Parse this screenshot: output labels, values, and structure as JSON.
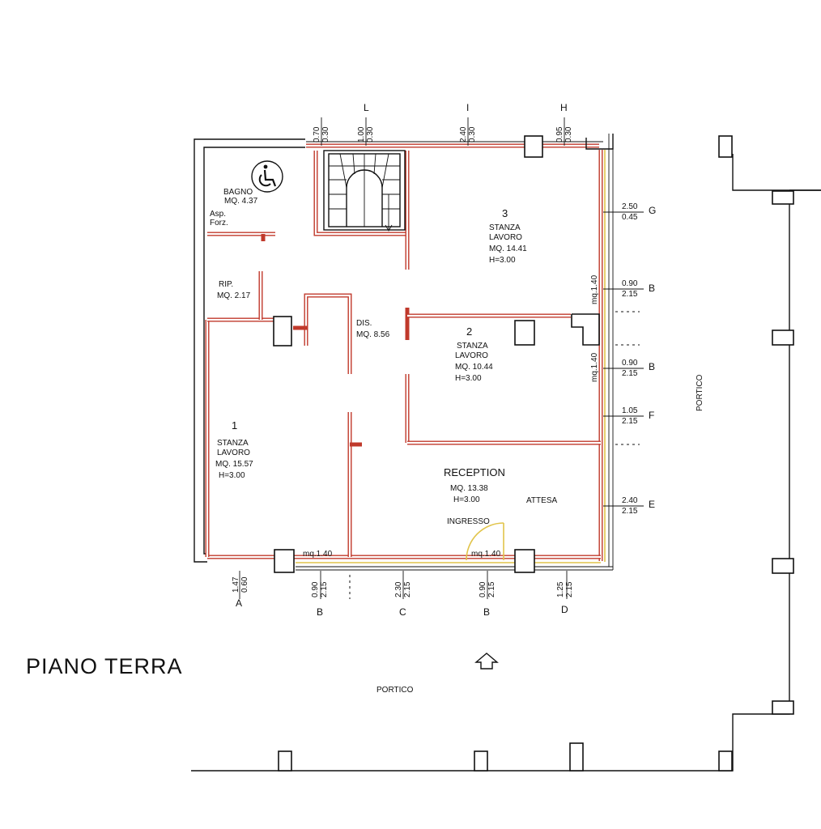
{
  "title": "PIANO TERRA",
  "portico_label": "PORTICO",
  "rooms": {
    "bagno": {
      "name": "BAGNO",
      "area": "MQ. 4.37"
    },
    "asp": {
      "line1": "Asp.",
      "line2": "Forz."
    },
    "rip": {
      "name": "RIP.",
      "area": "MQ. 2.17"
    },
    "dis": {
      "name": "DIS.",
      "area": "MQ. 8.56"
    },
    "room1": {
      "num": "1",
      "line1": "STANZA",
      "line2": "LAVORO",
      "area": "MQ. 15.57",
      "height": "H=3.00"
    },
    "room2": {
      "num": "2",
      "line1": "STANZA",
      "line2": "LAVORO",
      "area": "MQ.  10.44",
      "height": "H=3.00"
    },
    "room3": {
      "num": "3",
      "line1": "STANZA",
      "line2": "LAVORO",
      "area": "MQ.  14.41",
      "height": "H=3.00"
    },
    "reception": {
      "name": "RECEPTION",
      "area": "MQ.  13.38",
      "height": "H=3.00"
    },
    "attesa": "ATTESA",
    "ingresso": "INGRESSO"
  },
  "window_area_labels": {
    "bottom_left": "mq.1.40",
    "bottom_right": "mq.1.40",
    "right_upper": "mq.1.40",
    "right_lower": "mq.1.40"
  },
  "top_openings": [
    {
      "letter": "",
      "w": "0.70",
      "h": "0.30"
    },
    {
      "letter": "L",
      "w": "1.00",
      "h": "0.30"
    },
    {
      "letter": "I",
      "w": "2.40",
      "h": "0.30"
    },
    {
      "letter": "H",
      "w": "0.95",
      "h": "0.30"
    }
  ],
  "right_openings": [
    {
      "w": "2.50",
      "h": "0.45",
      "letter": "G"
    },
    {
      "w": "0.90",
      "h": "2.15",
      "letter": "B"
    },
    {
      "w": "0.90",
      "h": "2.15",
      "letter": "B"
    },
    {
      "w": "1.05",
      "h": "2.15",
      "letter": "F"
    },
    {
      "w": "2.40",
      "h": "2.15",
      "letter": "E"
    }
  ],
  "bottom_openings": [
    {
      "w": "1.47",
      "h": "0.60",
      "letter": "A"
    },
    {
      "w": "0.90",
      "h": "2.15",
      "letter": "B"
    },
    {
      "w": "2.30",
      "h": "2.15",
      "letter": "C"
    },
    {
      "w": "0.90",
      "h": "2.15",
      "letter": "B"
    },
    {
      "w": "1.25",
      "h": "2.15",
      "letter": "D"
    }
  ]
}
